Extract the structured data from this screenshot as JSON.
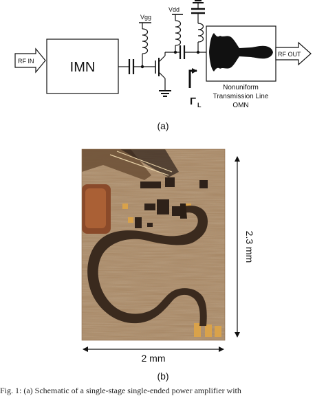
{
  "schematic": {
    "rf_in": "RF IN",
    "imn": "IMN",
    "vgg": "Vgg",
    "vdd": "Vdd",
    "gamma": "Γ",
    "gamma_sub": "L",
    "omn_line1": "Nonuniform",
    "omn_line2": "Transmission Line",
    "omn_line3": "OMN",
    "rf_out": "RF OUT"
  },
  "labels": {
    "a": "(a)",
    "b": "(b)"
  },
  "photo": {
    "height_dim": "2.3 mm",
    "width_dim": "2 mm"
  },
  "caption": {
    "text": "Fig. 1: (a) Schematic of a single-stage single-ended power amplifier with"
  },
  "colors": {
    "chip_base": "#a6805a",
    "trace": "#3a2a1e",
    "gold": "#d9a24a",
    "line": "#111111"
  }
}
